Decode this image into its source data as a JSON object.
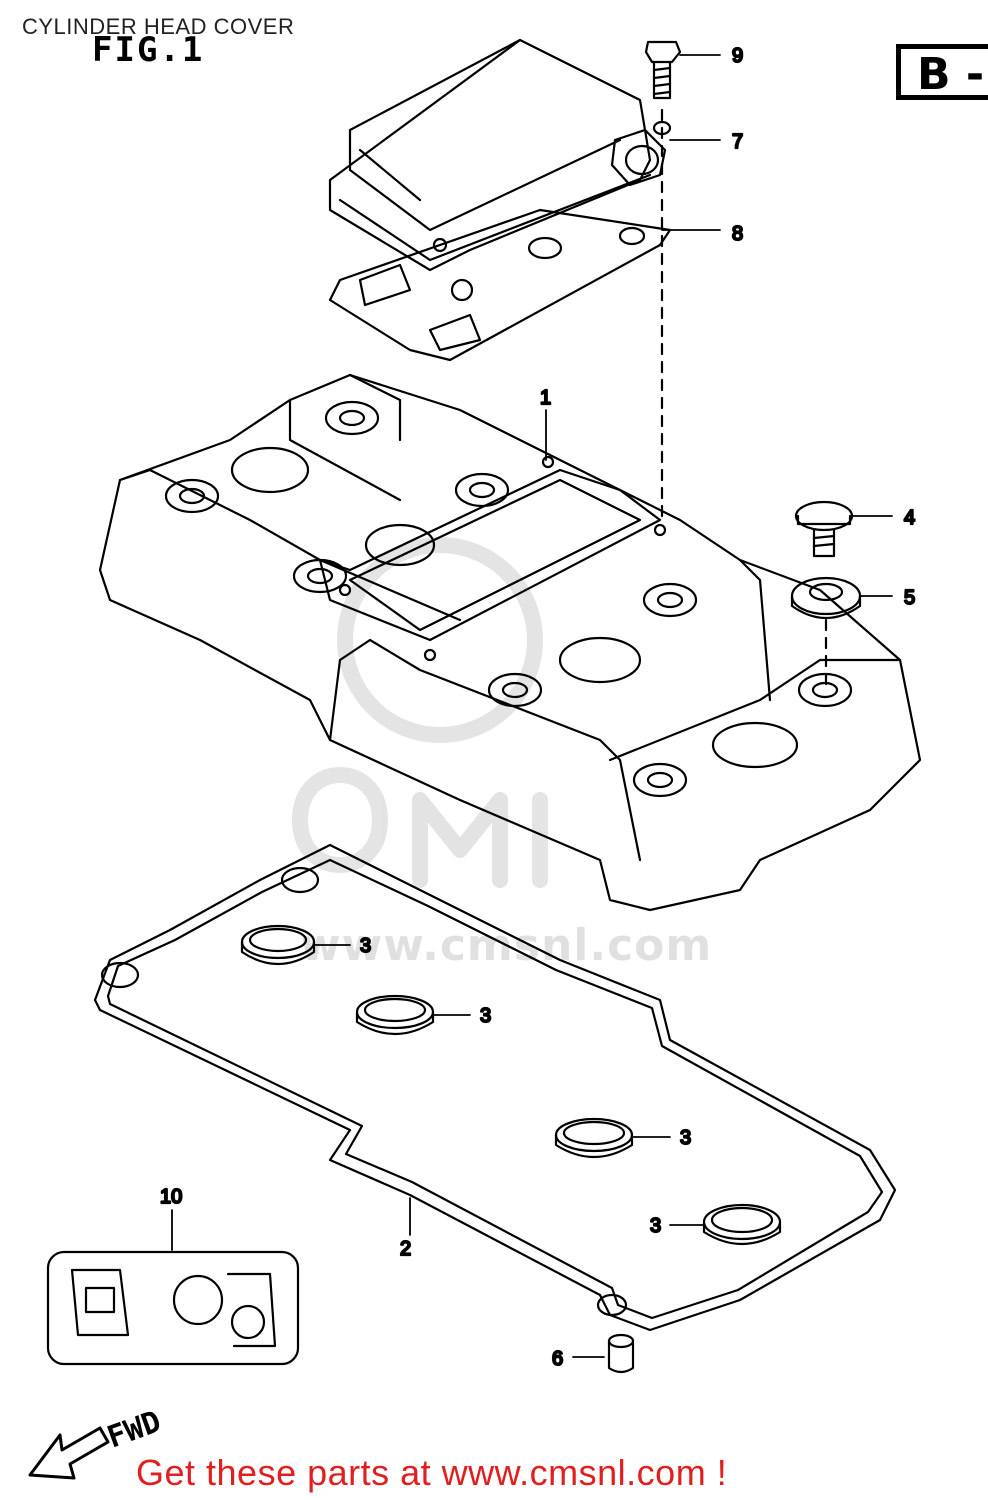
{
  "page_title": "CYLINDER HEAD COVER",
  "figure_label": "FIG.1",
  "section_label": "B -",
  "watermark_text": "www.cmsnl.com",
  "fwd_label": "FWD",
  "footer_link_text": "Get these parts at www.cmsnl.com !",
  "colors": {
    "line": "#000000",
    "link": "#e02020",
    "watermark": "#d8d8d8"
  },
  "callouts": {
    "c1": "1",
    "c2": "2",
    "c3a": "3",
    "c3b": "3",
    "c3c": "3",
    "c3d": "3",
    "c4": "4",
    "c5": "5",
    "c6": "6",
    "c7": "7",
    "c8": "8",
    "c9": "9",
    "c10": "10"
  }
}
